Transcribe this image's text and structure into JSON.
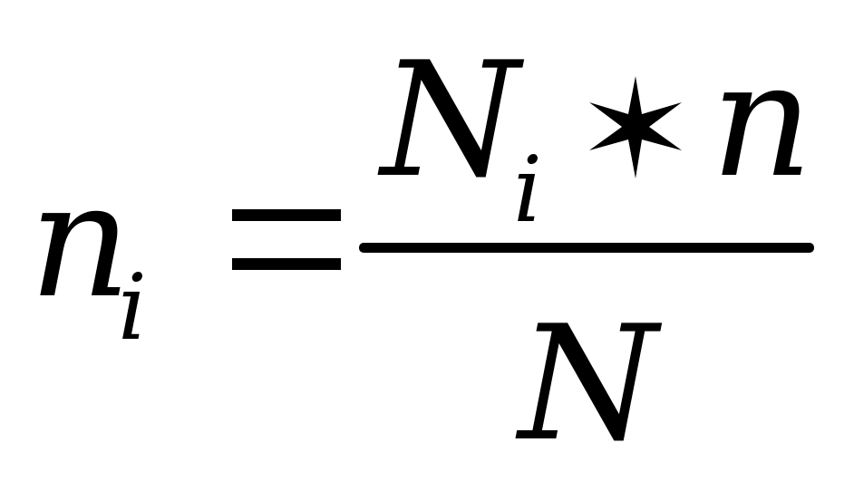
{
  "formula": {
    "lhs": {
      "base": "n",
      "subscript": "i"
    },
    "equals_sign": "=",
    "numerator": {
      "term1_base": "N",
      "term1_subscript": "i",
      "operator": "∗",
      "term2": "n"
    },
    "denominator": "N"
  }
}
